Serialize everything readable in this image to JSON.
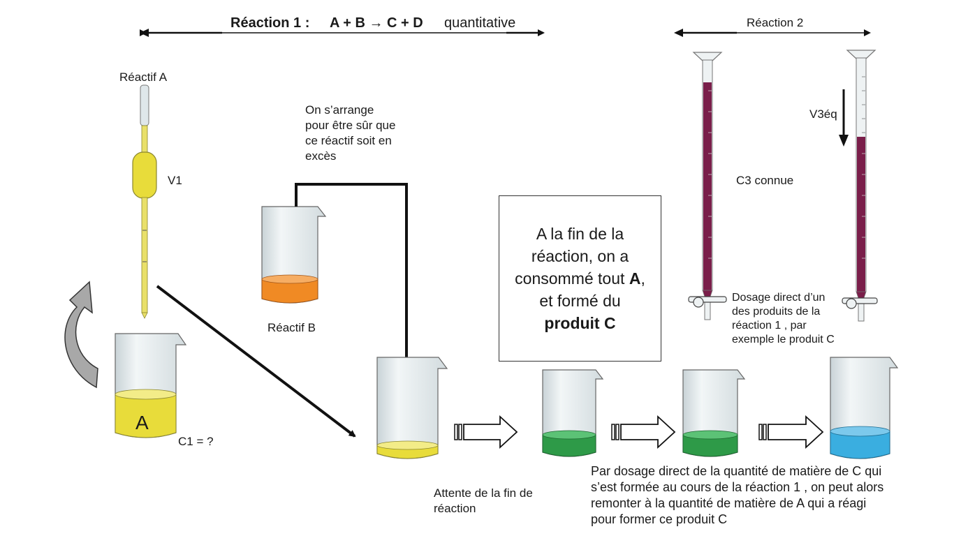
{
  "reaction1": {
    "label": "Réaction 1 :",
    "equation": "A + B → C + D",
    "qualifier": "quantitative"
  },
  "reaction2": {
    "label": "Réaction 2"
  },
  "reagent_a": {
    "label": "Réactif A",
    "volume": "V1",
    "beaker_letter": "A",
    "concentration": "C1 = ?",
    "color": "#e8dc3a"
  },
  "reagent_b": {
    "label": "Réactif B",
    "note_lines": [
      "On s’arrange",
      "pour être sûr que",
      "ce réactif soit en",
      "excès"
    ],
    "color": "#f08a24"
  },
  "waiting": {
    "lines": [
      "Attente de la fin de",
      "réaction"
    ]
  },
  "end_box": {
    "lines": [
      "A la fin de la",
      "réaction, on a"
    ],
    "line3_prefix": "consommé tout ",
    "line3_bold": "A",
    "line3_suffix": ",",
    "line4": "et formé du",
    "line5_bold": "produit C"
  },
  "titrant": {
    "concentration": "C3 connue",
    "equivalence_volume": "V3éq",
    "color": "#7a1e4a"
  },
  "dosage_note": {
    "lines": [
      "Dosage direct d’un",
      "des produits de la",
      "réaction 1 , par",
      "exemple le produit C"
    ]
  },
  "conclusion": {
    "lines": [
      "Par dosage direct de la quantité de matière de C qui",
      "s’est formée au cours de la réaction 1 , on peut alors",
      "remonter à la quantité de matière de A qui a réagi",
      "pour former ce produit C"
    ]
  },
  "colors": {
    "product_green": "#2e9a48",
    "endpoint_blue": "#3aaee0",
    "glass": "#dfe7ea",
    "arrow_grey": "#a8a8a8"
  }
}
